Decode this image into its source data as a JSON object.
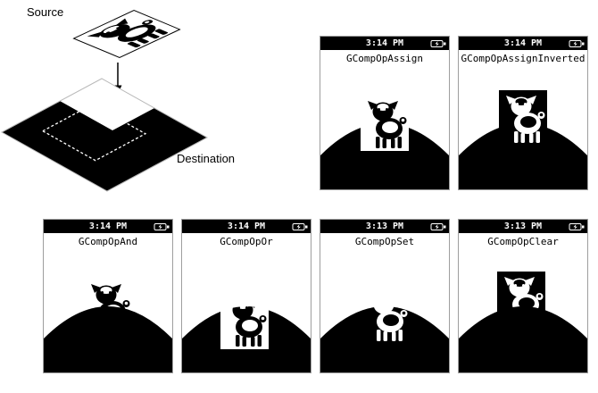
{
  "figure": {
    "source_label": "Source",
    "destination_label": "Destination"
  },
  "screens": [
    {
      "title": "GCompOpAssign",
      "time": "3:14 PM",
      "mode": "assign"
    },
    {
      "title": "GCompOpAssignInverted",
      "time": "3:14 PM",
      "mode": "assign-inverted"
    },
    {
      "title": "GCompOpAnd",
      "time": "3:14 PM",
      "mode": "and"
    },
    {
      "title": "GCompOpOr",
      "time": "3:14 PM",
      "mode": "or"
    },
    {
      "title": "GCompOpSet",
      "time": "3:13 PM",
      "mode": "set"
    },
    {
      "title": "GCompOpClear",
      "time": "3:13 PM",
      "mode": "clear"
    }
  ],
  "icons": {
    "status_battery": "battery-charging-icon"
  },
  "colors": {
    "foreground": "#000000",
    "background": "#ffffff",
    "screen_border": "#9e9e9e"
  }
}
